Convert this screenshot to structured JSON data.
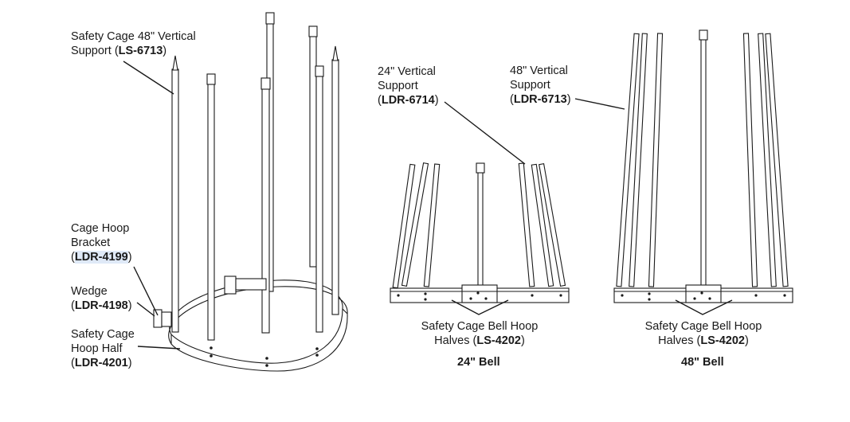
{
  "labels": {
    "safety_cage_vertical_support": {
      "line1": "Safety Cage 48\" Vertical",
      "line2_prefix": "Support (",
      "code": "LS-6713",
      "suffix": ")"
    },
    "cage_hoop_bracket": {
      "line1": "Cage Hoop",
      "line2": "Bracket",
      "open": "(",
      "code": "LDR-4199",
      "close": ")"
    },
    "wedge": {
      "line1": "Wedge",
      "open": "(",
      "code": "LDR-4198",
      "close": ")"
    },
    "safety_cage_hoop_half": {
      "line1": "Safety Cage",
      "line2": "Hoop Half",
      "open": "(",
      "code": "LDR-4201",
      "close": ")"
    },
    "vertical_support_24": {
      "line1": "24\" Vertical",
      "line2": "Support",
      "open": "(",
      "code": "LDR-6714",
      "close": ")"
    },
    "vertical_support_48": {
      "line1": "48\" Vertical",
      "line2": "Support",
      "open": "(",
      "code": "LDR-6713",
      "close": ")"
    },
    "bell_hoop_24": {
      "line1": "Safety Cage Bell Hoop",
      "line2_prefix": "Halves (",
      "code": "LS-4202",
      "suffix": ")"
    },
    "bell_hoop_48": {
      "line1": "Safety Cage Bell Hoop",
      "line2_prefix": "Halves (",
      "code": "LS-4202",
      "suffix": ")"
    }
  },
  "captions": {
    "bell_24": "24\" Bell",
    "bell_48": "48\" Bell"
  }
}
